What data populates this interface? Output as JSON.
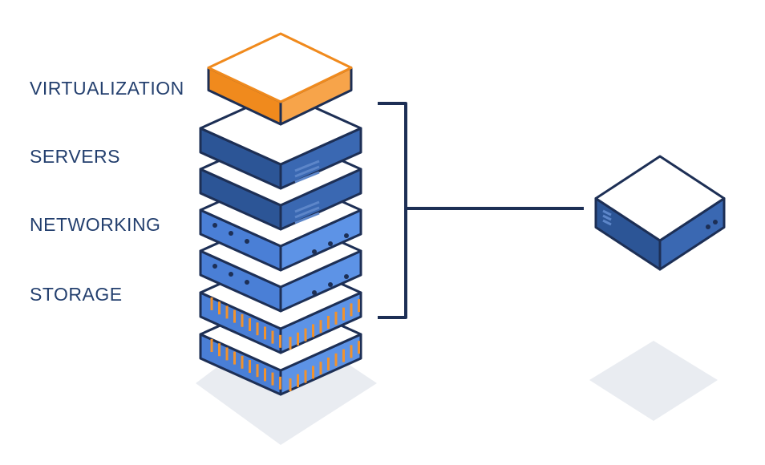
{
  "layers": [
    {
      "label": "VIRTUALIZATION",
      "kind": "virtualization",
      "unit_count": 1
    },
    {
      "label": "SERVERS",
      "kind": "server",
      "unit_count": 2
    },
    {
      "label": "NETWORKING",
      "kind": "network",
      "unit_count": 2
    },
    {
      "label": "STORAGE",
      "kind": "storage",
      "unit_count": 2
    }
  ],
  "colors": {
    "outline": "#1d2f55",
    "virtualization_side": "#f08a1d",
    "virtualization_side_light": "#f7a44a",
    "server_side": "#2c5596",
    "server_side_light": "#3a68b2",
    "network_side": "#4a7fd6",
    "network_side_light": "#5d93e6",
    "top_face": "#ffffff",
    "vent": "#f0922e",
    "shadow": "#e9ecf1",
    "label_text": "#233f6e"
  },
  "icons": {
    "stack": "server-stack-icon",
    "bracket": "bracket-connector-icon",
    "appliance": "appliance-box-icon"
  }
}
